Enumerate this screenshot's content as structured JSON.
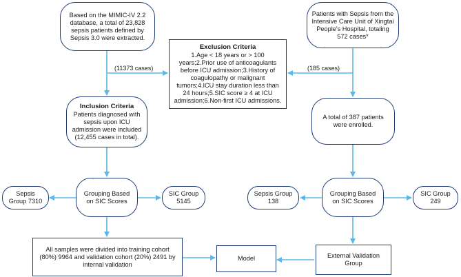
{
  "nodes": {
    "mimic_source": "Based on the MIMIC-IV 2.2 database, a total of 23,828 sepsis patients defined by Sepsis 3.0 were extracted.",
    "exclusion_title": "Exclusion Criteria",
    "exclusion_text": "1.Age < 18 years or > 100 years;2.Prior use of anticoagulants before ICU admission;3.History of coagulopathy or malignant tumors;4.ICU stay duration less than 24 hours;5.SIC score ≥ 4 at ICU admission;6.Non-first ICU admissions.",
    "xingtai_source": "Patients with Sepsis from the Intensive Care Unit of Xingtai People's Hospital, totaling 572 cases*",
    "inclusion_title": "Inclusion Criteria",
    "inclusion_text": "Patients diagnosed with sepsis upon ICU admission were included (12,455 cases in total).",
    "enrolled": "A total of 387 patients were enrolled.",
    "left_grouping": "Grouping Based on SIC Scores",
    "left_sepsis": "Sepsis Group 7310",
    "left_sic": "SIC Group 5145",
    "right_grouping": "Grouping Based on SIC Scores",
    "right_sepsis": "Sepsis Group 138",
    "right_sic": "SIC Group 249",
    "internal_split": "All samples were divided into training cohort (80%) 9964 and validation cohort (20%) 2491 by internal validation",
    "model": "Model",
    "external_validation": "External Validation Group"
  },
  "labels": {
    "left_excluded": "(11373 cases)",
    "right_excluded": "(185 cases)"
  },
  "colors": {
    "arrow": "#5bb8e8",
    "border": "#1f3b73"
  }
}
